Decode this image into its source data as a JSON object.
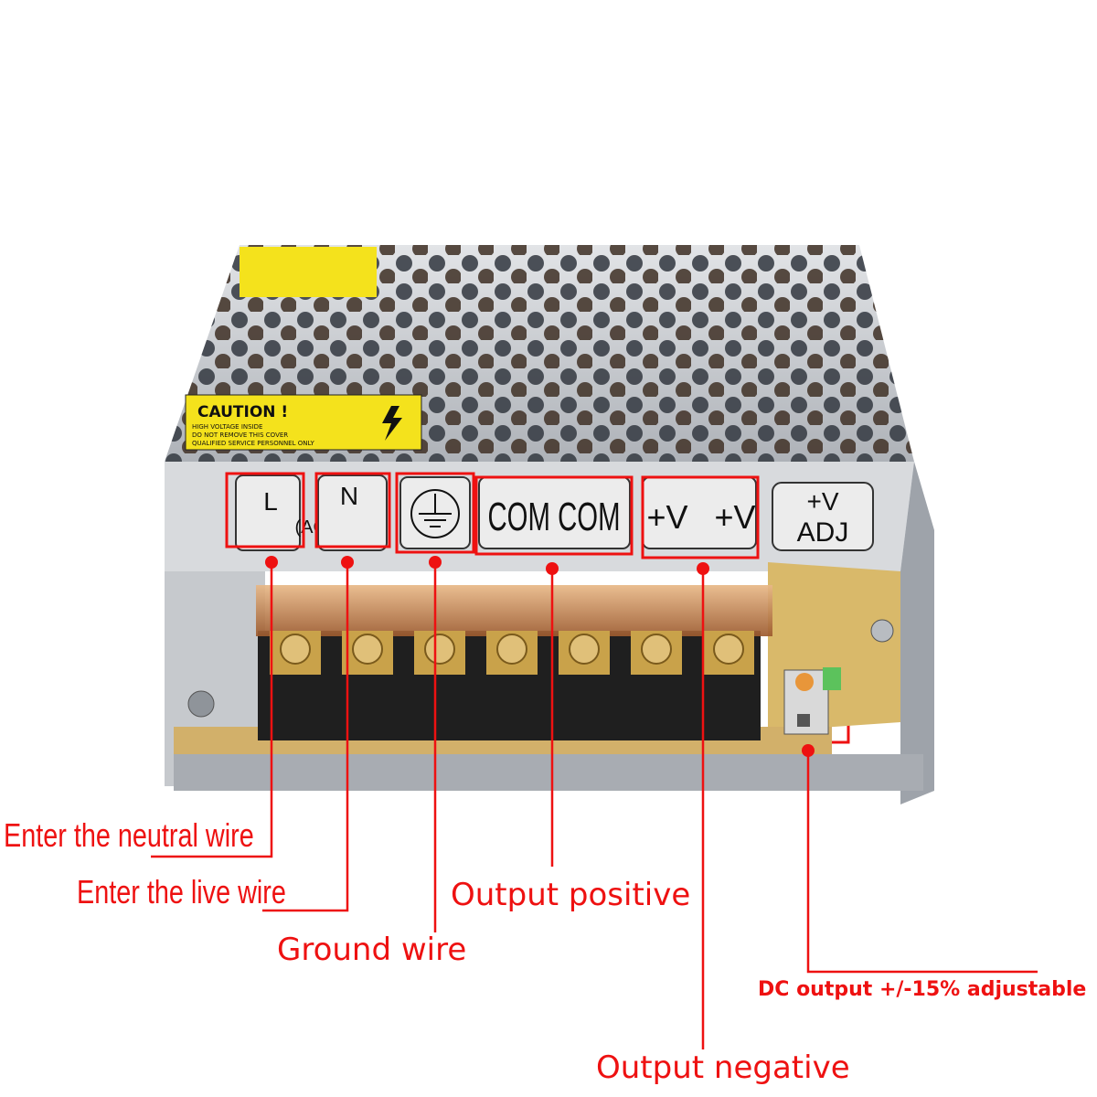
{
  "product": {
    "caution_title": "CAUTION !",
    "caution_lines": [
      "HIGH VOLTAGE INSIDE",
      "DO NOT REMOVE THIS COVER",
      "QUALIFIED SERVICE PERSONNEL ONLY"
    ],
    "terminals": {
      "L": "L",
      "AC": "(AC)",
      "N": "N",
      "com": "COM COM",
      "v1": "+V",
      "v2": "+V",
      "adj_top": "+V",
      "adj_bottom": "ADJ"
    }
  },
  "annotations": {
    "neutral": "Enter the neutral wire",
    "live": "Enter the live wire",
    "ground": "Ground wire",
    "output_positive": "Output positive",
    "output_negative": "Output negative",
    "dc_adjust": "DC output +/-15% adjustable"
  },
  "colors": {
    "annotation": "#ee1111",
    "metal": "#cfd2d6",
    "caution_label": "#f4e21c",
    "terminal_cover": "#c98a52",
    "pcb": "#d9b96a"
  }
}
